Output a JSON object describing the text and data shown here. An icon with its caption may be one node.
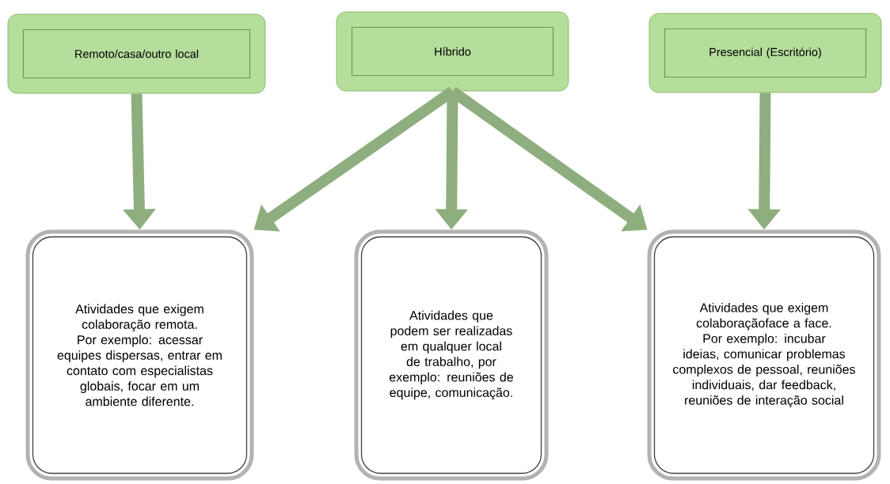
{
  "diagram": {
    "nodes": [
      {
        "text": [
          "Remoto/casa/outro local"
        ]
      },
      {
        "text": [
          "Híbrido"
        ]
      },
      {
        "text": [
          "Presencial (Escritório)"
        ]
      },
      {
        "text": [
          "Atividades que exigem colaboração remota. Por exemplo: acessar equipes dispersas, entrar em contato com especialistas globais, focar em um ambiente diferente."
        ]
      },
      {
        "text": [
          "Atividades que podem ser realizadas em qualquer local de trabalho, por exemplo: reuniões de equipe, comunicação."
        ]
      },
      {
        "text": [
          "Atividades que exigem colaboraçãoface a face. Por exemplo: incubar ideias, comunicar problemas complexos de pessoal, reuniões individuais, dar feedback, reuniões de interação social"
        ]
      }
    ],
    "edges": [
      {
        "from": 0,
        "to": 3,
        "arrow": "to"
      },
      {
        "from": 1,
        "to": 3,
        "arrow": "to"
      },
      {
        "from": 1,
        "to": 4,
        "arrow": "to"
      },
      {
        "from": 1,
        "to": 5,
        "arrow": "to"
      },
      {
        "from": 2,
        "to": 5,
        "arrow": "to"
      }
    ]
  }
}
